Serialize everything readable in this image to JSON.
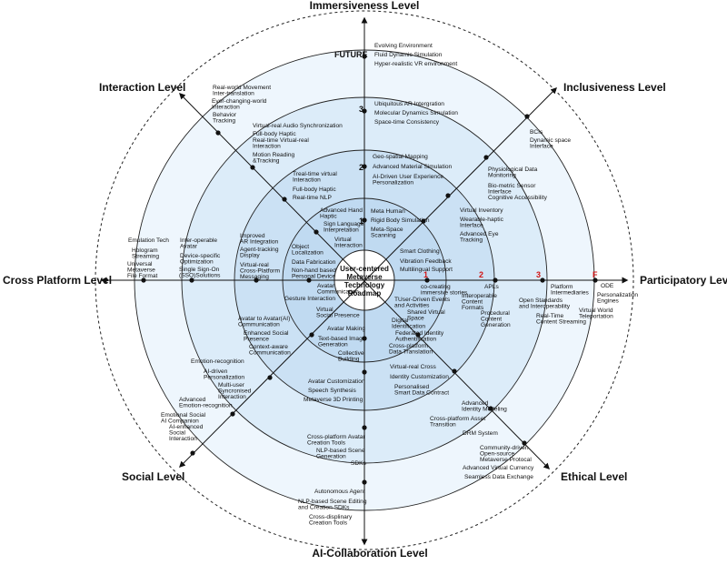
{
  "center": {
    "lines": [
      "User-centered",
      "Metaverse",
      "Technology",
      "Roadmap"
    ]
  },
  "levels": {
    "top": "Immersiveness Level",
    "top_right": "Inclusiveness Level",
    "right": "Participatory Level",
    "bottom_right": "Ethical Level",
    "bottom": "AI-Collaboration Level",
    "bottom_left": "Social Level",
    "left": "Cross Platform Level",
    "top_left": "Interaction Level"
  },
  "stages": {
    "future": "FUTURE",
    "s3": "3",
    "s2": "2",
    "s1": "1",
    "r1": "1",
    "r2": "2",
    "r3": "3",
    "rf": "F"
  },
  "colors": {
    "outer_ring": "#ffffff",
    "ring4": "#eef6fd",
    "ring3": "#dcecf9",
    "ring2": "#cbe1f4",
    "ring1": "#c0daf1",
    "marker_red": "#d11414"
  },
  "items": {
    "immersive": [
      [
        "Evolving Environment"
      ],
      [
        "Fluid Dynamic Simulation"
      ],
      [
        "Hyper-realistic VR environment"
      ],
      [
        "Ubiquitous AR Intergration"
      ],
      [
        "Molecular Dynamics Simulation"
      ],
      [
        "Space-time Consistency"
      ],
      [
        "Geo-spatial Mapping"
      ],
      [
        "Advanced Material Simulation"
      ],
      [
        "AI-Driven User Experience",
        "Personalization"
      ],
      [
        "Meta Human"
      ],
      [
        "Rigid Body Simulation"
      ],
      [
        "Meta-Space",
        "Scanning"
      ]
    ],
    "inclusive": [
      [
        "BCIs"
      ],
      [
        "Dynamic space",
        "Interface"
      ],
      [
        "Physiological Data",
        "Monitoring"
      ],
      [
        "Bio-metric Sensor",
        "Interface"
      ],
      [
        "Cognitive Accessibility"
      ],
      [
        "Virtual Inventory"
      ],
      [
        "Wearable-haptic",
        "Interface"
      ],
      [
        "Advanced Eye",
        "Tracking"
      ],
      [
        "Smart Clothing"
      ],
      [
        "Vibration Feedback"
      ],
      [
        "Multilingual Support"
      ]
    ],
    "participatory": [
      [
        "ODE"
      ],
      [
        "Personalization",
        "Engines"
      ],
      [
        "Virtual World",
        "Teleportation"
      ],
      [
        "Platform",
        "Intermediaries"
      ],
      [
        "Open Standards",
        "and Interoperability"
      ],
      [
        "Real-Time",
        "Content Streaming"
      ],
      [
        "APLs"
      ],
      [
        "Interoperable",
        "Content",
        "Formats"
      ],
      [
        "Procedural",
        "Content",
        "Generation"
      ],
      [
        "co-creating",
        "immersive stories"
      ],
      [
        "TUser-Driven Events",
        "and Activities"
      ],
      [
        "Shared Virtual",
        "Space"
      ]
    ],
    "ethical": [
      [
        "Virtual-real Cross"
      ],
      [
        "Identity Customization"
      ],
      [
        "Personalised",
        "Smart Data Contract"
      ],
      [
        "Advanced",
        "Identity Modeling"
      ],
      [
        "Cross-platform Asset",
        "Transition"
      ],
      [
        "DRM System"
      ],
      [
        "Community-driven",
        "Open-source",
        "Metaverse Protocal"
      ],
      [
        "Advanced Virtual Currency"
      ],
      [
        "Seamless Data Exchange"
      ],
      [
        "Digital",
        "Identification"
      ],
      [
        "Federated Identity",
        "Authentification"
      ],
      [
        "Cross-platform",
        "Data Translation"
      ]
    ],
    "ai": [
      [
        "Avatar Customization"
      ],
      [
        "Speech Synthesis"
      ],
      [
        "Metaverse 3D Printing"
      ],
      [
        "Cross-platform Avatar",
        "Creation Tools"
      ],
      [
        "NLP-based Scene",
        "Generation"
      ],
      [
        "SDKs"
      ],
      [
        "Autonomous Agent"
      ],
      [
        "NLP-based Scene Editing",
        "and Creation SDKs"
      ],
      [
        "Cross-displinary",
        "Creation Tools"
      ],
      [
        "Avatar Making"
      ],
      [
        "Text-based Image",
        "Generation"
      ],
      [
        "Collective",
        "Building"
      ]
    ],
    "social": [
      [
        "Avatar to Avatar(AI)",
        "Communication"
      ],
      [
        "Enhanced Social",
        "Presence"
      ],
      [
        "Context-aware",
        "Communication"
      ],
      [
        "Emotion-recognition"
      ],
      [
        "AI-driven",
        "Personalization"
      ],
      [
        "Multi-user",
        "Syncronised",
        "Interaction"
      ],
      [
        "Advanced",
        "Emotion-recognition"
      ],
      [
        "Emotional Social",
        "AI Companion"
      ],
      [
        "AI-enhanced",
        "Social",
        "Interaction"
      ],
      [
        "Avatar",
        "Communication"
      ],
      [
        "Gesture Interaction"
      ],
      [
        "Virtual",
        "Social Presence"
      ]
    ],
    "cross": [
      [
        "Emulation Tech"
      ],
      [
        "Hologram",
        "Streaming"
      ],
      [
        "Universal",
        "Metaverse",
        "File Format"
      ],
      [
        "Inter-operable",
        "Avatar"
      ],
      [
        "Device-specific",
        "Optimization"
      ],
      [
        "Single Sign-On",
        "(SSO)Solutions"
      ],
      [
        "Improved",
        "AR Integration"
      ],
      [
        "Agent-tracking",
        "Display"
      ],
      [
        "Virtual-real",
        "Cross-Platform",
        "Messaging"
      ],
      [
        "Object",
        "Localization"
      ],
      [
        "Data Fabrication"
      ],
      [
        "Non-hand based",
        "Personal Device"
      ]
    ],
    "interaction": [
      [
        "Real-world Movement",
        "Inter-translation"
      ],
      [
        "Ever-changing-world",
        "Interaction"
      ],
      [
        "Behavior",
        "Tracking"
      ],
      [
        "Virtual-real Audio Synchronization"
      ],
      [
        "Full-body Haptic"
      ],
      [
        "Real-time Virtual-real",
        "Interaction"
      ],
      [
        "Motion Reading",
        "&Tracking"
      ],
      [
        "Treal-time virtual",
        "Interaction"
      ],
      [
        "Full-body Haptic"
      ],
      [
        "Real-time NLP"
      ],
      [
        "Advanced Hand",
        "Haptic"
      ],
      [
        "Sign Language",
        "Interpretation"
      ],
      [
        "Virtual",
        "Interaction"
      ]
    ]
  }
}
